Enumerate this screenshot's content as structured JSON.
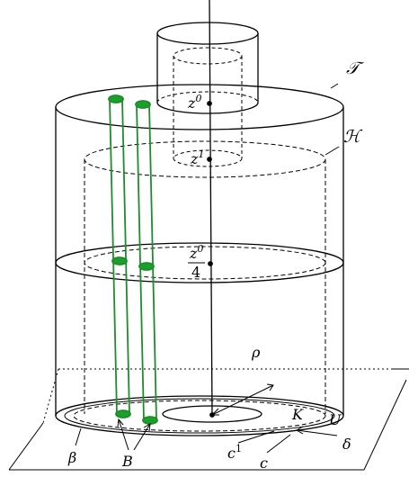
{
  "labels": {
    "T": "𝒯",
    "H": "ℋ",
    "z0_base": "z",
    "z0_sup": "0",
    "z1_base": "z",
    "z1_sup": "1",
    "z0over4_num_base": "z",
    "z0over4_num_sup": "0",
    "z0over4_den": "4",
    "rho": "ρ",
    "K": "K",
    "U": "U",
    "delta": "δ",
    "beta": "β",
    "B": "B",
    "c1_base": "c",
    "c1_sup": "1",
    "c": "c"
  },
  "colors": {
    "outline": "#000000",
    "rod_stroke": "#1f8c2c",
    "rod_fill": "#1aa12a"
  }
}
